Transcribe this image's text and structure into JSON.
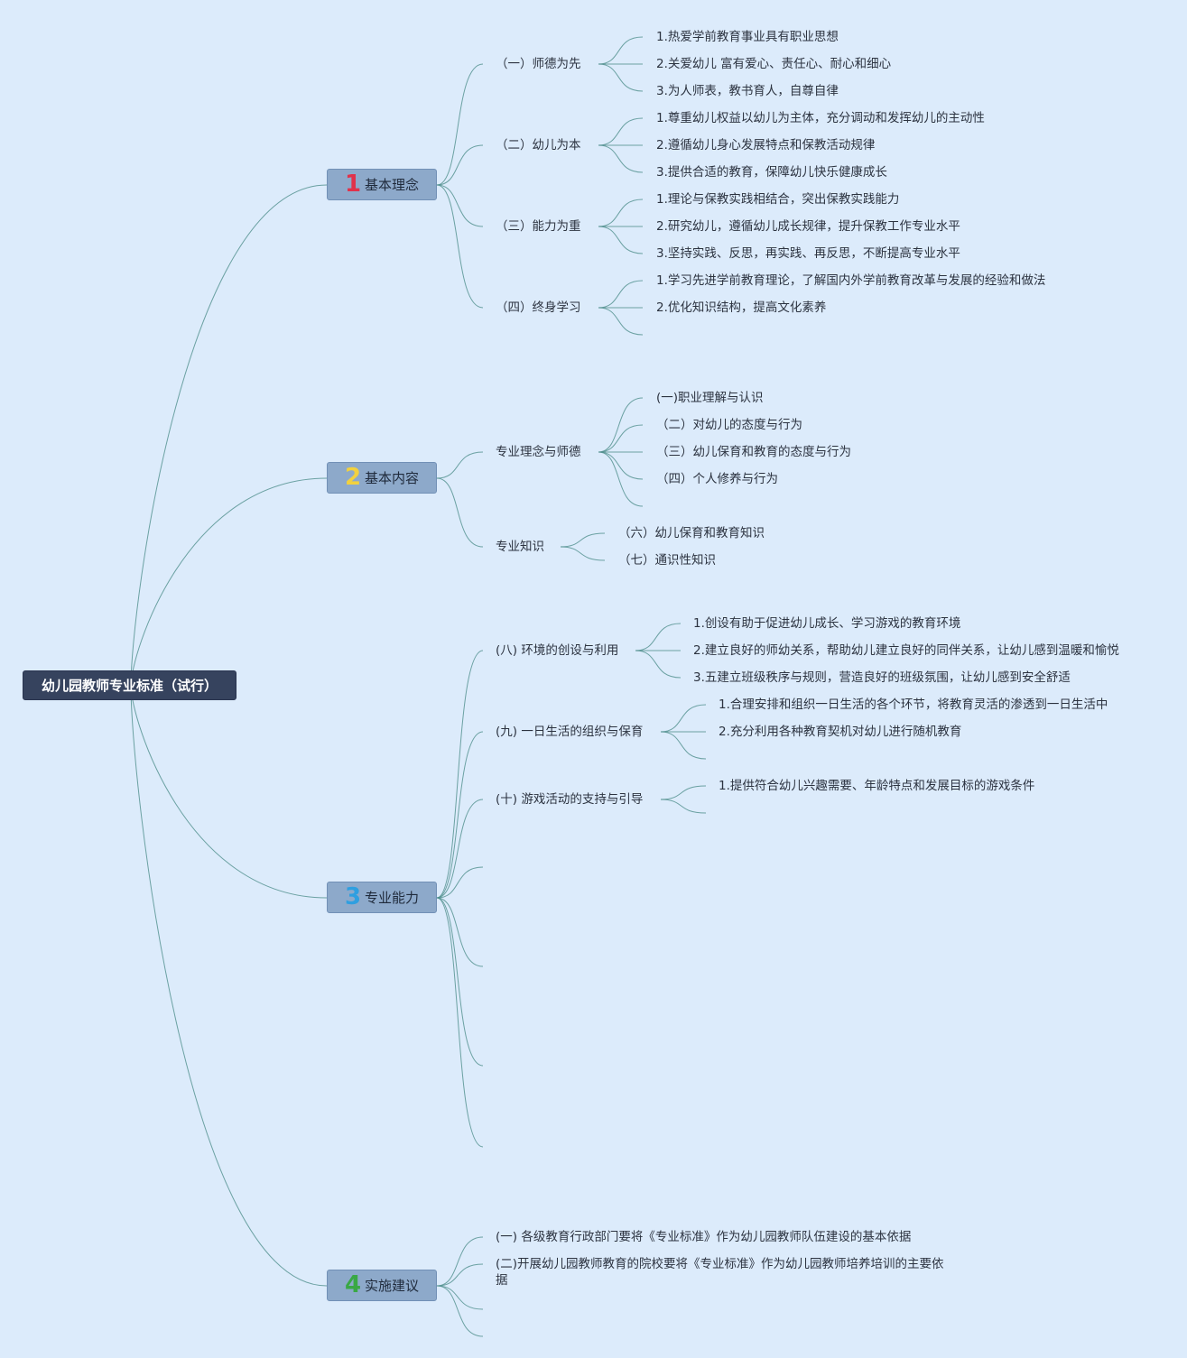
{
  "root": "幼儿园教师专业标准（试行）",
  "colors": {
    "background": "#dcebfb",
    "line": "#4f8f8c",
    "root_fill": "#36435e",
    "branch_fill": "#8da9ca",
    "num1": "#e0324b",
    "num2": "#f2d13e",
    "num3": "#2f9fe0",
    "num4": "#3aa845"
  },
  "b1": {
    "num": "1",
    "label": "基本理念",
    "s1": {
      "label": "（一）师德为先",
      "items": [
        "1.热爱学前教育事业具有职业思想",
        "2.关爱幼儿 富有爱心、责任心、耐心和细心",
        "3.为人师表，教书育人，自尊自律"
      ]
    },
    "s2": {
      "label": "（二）幼儿为本",
      "items": [
        "1.尊重幼儿权益以幼儿为主体，充分调动和发挥幼儿的主动性",
        "2.遵循幼儿身心发展特点和保教活动规律",
        "3.提供合适的教育，保障幼儿快乐健康成长"
      ]
    },
    "s3": {
      "label": "（三）能力为重",
      "items": [
        "1.理论与保教实践相结合，突出保教实践能力",
        "2.研究幼儿，遵循幼儿成长规律，提升保教工作专业水平",
        "3.坚持实践、反思，再实践、再反思，不断提高专业水平"
      ]
    },
    "s4": {
      "label": "（四）终身学习",
      "items": [
        "1.学习先进学前教育理论，了解国内外学前教育改革与发展的经验和做法",
        "2.优化知识结构，提高文化素养"
      ]
    }
  },
  "b2": {
    "num": "2",
    "label": "基本内容",
    "s1": {
      "label": "专业理念与师德",
      "items": [
        "(一)职业理解与认识",
        "（二）对幼儿的态度与行为",
        "（三）幼儿保育和教育的态度与行为",
        "（四）个人修养与行为"
      ]
    },
    "s2": {
      "label": "专业知识",
      "items": [
        "（六）幼儿保育和教育知识",
        "（七）通识性知识"
      ]
    }
  },
  "b3": {
    "num": "3",
    "label": "专业能力",
    "s1": {
      "label": "(八) 环境的创设与利用",
      "items": [
        "1.创设有助于促进幼儿成长、学习游戏的教育环境",
        "2.建立良好的师幼关系，帮助幼儿建立良好的同伴关系，让幼儿感到温暖和愉悦",
        "3.五建立班级秩序与规则，营造良好的班级氛围，让幼儿感到安全舒适"
      ]
    },
    "s2": {
      "label": "(九) 一日生活的组织与保育",
      "items": [
        "1.合理安排和组织一日生活的各个环节，将教育灵活的渗透到一日生活中",
        "2.充分利用各种教育契机对幼儿进行随机教育"
      ]
    },
    "s3": {
      "label": "(十) 游戏活动的支持与引导",
      "items": [
        "1.提供符合幼儿兴趣需要、年龄特点和发展目标的游戏条件"
      ]
    }
  },
  "b4": {
    "num": "4",
    "label": "实施建议",
    "items": [
      "(一) 各级教育行政部门要将《专业标准》作为幼儿园教师队伍建设的基本依据",
      "(二)开展幼儿园教师教育的院校要将《专业标准》作为幼儿园教师培养培训的主要依据"
    ]
  }
}
